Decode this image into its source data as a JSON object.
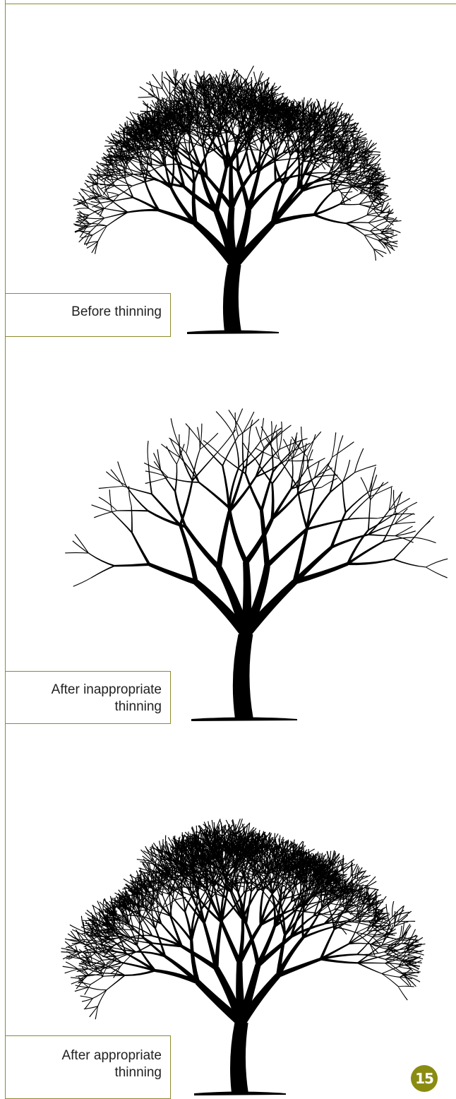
{
  "panels": [
    {
      "label_lines": [
        "Before thinning"
      ],
      "variant": "dense"
    },
    {
      "label_lines": [
        "After inappropriate",
        "thinning"
      ],
      "variant": "sparse"
    },
    {
      "label_lines": [
        "After appropriate",
        "thinning"
      ],
      "variant": "balanced"
    }
  ],
  "badge": "15",
  "colors": {
    "accent": "#8d8a2c",
    "badge": "#8a8c12",
    "tree": "#000000"
  }
}
